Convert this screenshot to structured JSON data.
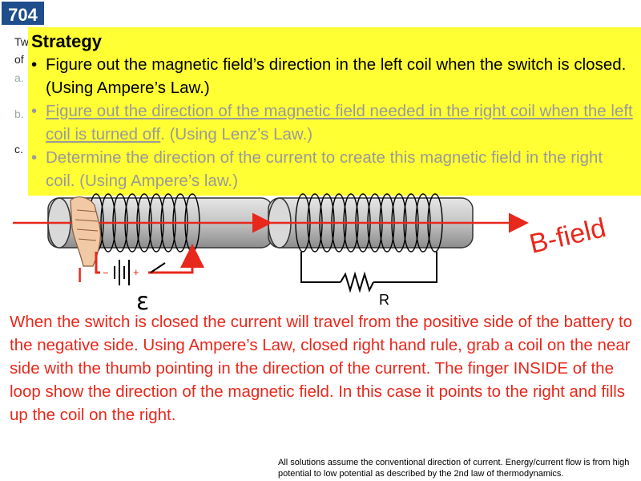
{
  "badge": "704",
  "question": {
    "intro_line1": "Tw",
    "intro_line2": "of",
    "part_a": "a.",
    "part_b": "b.",
    "part_c": "c."
  },
  "strategy": {
    "title": "Strategy",
    "items": [
      {
        "text": "Figure out the magnetic field’s direction in the left coil when the switch is closed. (Using Ampere’s Law.)"
      },
      {
        "underlined": "Figure out the direction of the magnetic field needed in the right coil when the left coil is turned off",
        "rest": ". (Using Lenz’s Law.)"
      },
      {
        "text": "Determine the direction of the current to create this magnetic field in the right coil. (Using Ampere’s law.)"
      }
    ]
  },
  "diagram": {
    "current_label": "I",
    "emf_label": "ε",
    "resistor_label": "R",
    "field_label": "B-field",
    "battery_minus": "−",
    "battery_plus": "+",
    "colors": {
      "current": "#e8281c",
      "coil": "#000000",
      "core": "#b8b8b8",
      "arrow": "#e8281c"
    }
  },
  "explanation": "When the switch is closed the current will travel from the positive side of the battery to the negative side. Using Ampere’s Law, closed right hand rule, grab a coil on the near side with the thumb pointing in the direction of the current. The finger INSIDE of the loop show the direction of the magnetic field. In this case it points to the right and fills up the coil on the right.",
  "footnote": "All solutions assume the conventional direction of current. Energy/current flow is from high potential to low potential as described by the 2nd law of thermodynamics."
}
